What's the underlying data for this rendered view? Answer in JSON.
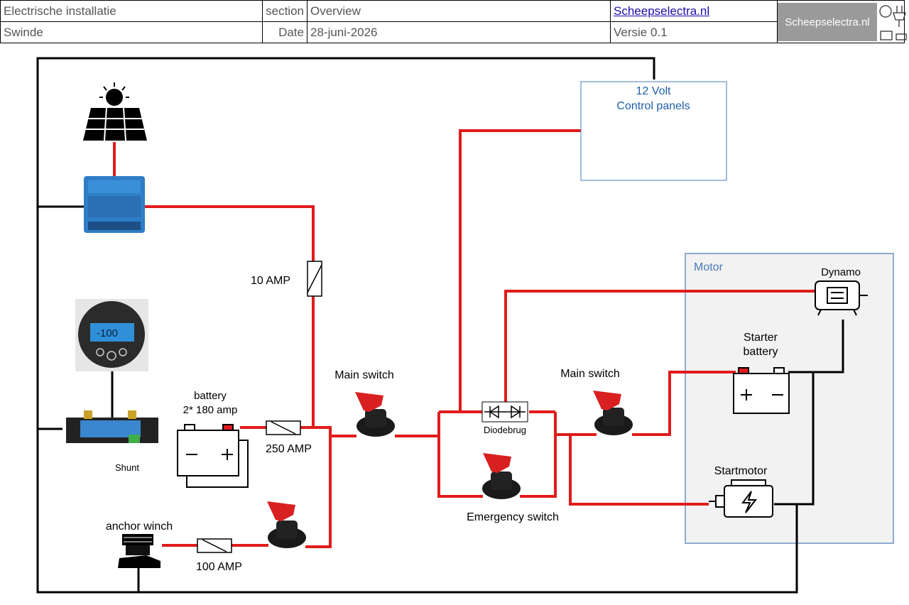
{
  "header": {
    "title": "Electrische installatie",
    "section_label": "section",
    "section": "Overview",
    "subtitle": "Swinde",
    "date_label": "Date",
    "date": "28-juni-2026",
    "site": "Scheepselectra.nl",
    "version": "Versie 0.1",
    "logo_text": "Scheepselectra.nl"
  },
  "diagram": {
    "control_panel": "12 Volt\nControl panels",
    "control_panel_l1": "12 Volt",
    "control_panel_l2": "Control panels",
    "fuse_10": "10 AMP",
    "battery_l1": "battery",
    "battery_l2": "2* 180 amp",
    "fuse_250": "250 AMP",
    "main_switch_1": "Main switch",
    "main_switch_2": "Main switch",
    "shunt": "Shunt",
    "diode": "Diodebrug",
    "emergency": "Emergency switch",
    "anchor": "anchor winch",
    "fuse_100": "100 AMP",
    "motor": "Motor",
    "dynamo": "Dynamo",
    "starter_l1": "Starter",
    "starter_l2": "battery",
    "startmotor": "Startmotor",
    "monitor_text": "-100"
  },
  "colors": {
    "positive": "#e01b1b",
    "negative": "#000000",
    "motor_box": "#f2f2f2",
    "motor_border": "#8eaad0",
    "panel_text": "#1f5fa8"
  }
}
